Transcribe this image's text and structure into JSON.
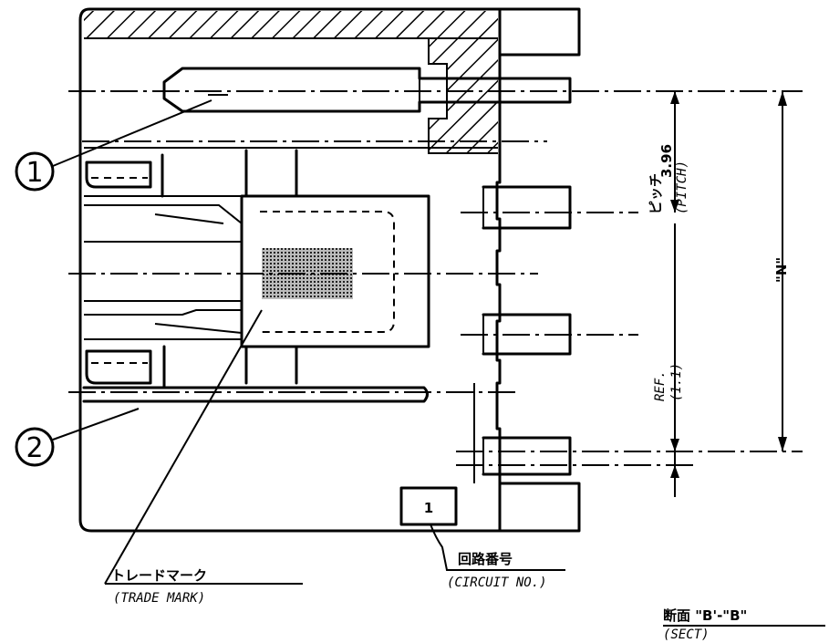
{
  "callouts": {
    "part1": "1",
    "part2": "2"
  },
  "dimensions": {
    "pitch_jp": "ピッチ",
    "pitch_value": "3.96",
    "pitch_en": "(PITCH)",
    "n_label": "\"N\"",
    "ref_label": "REF.",
    "ref_value": "(1.1)"
  },
  "labels": {
    "trade_mark_jp": "トレードマーク",
    "trade_mark_en": "(TRADE MARK)",
    "circuit_jp": "回路番号",
    "circuit_en": "(CIRCUIT NO.)",
    "circuit_mark": "1",
    "section_jp": "断面 \"B'-\"B\"",
    "section_en": "(SECT)"
  }
}
